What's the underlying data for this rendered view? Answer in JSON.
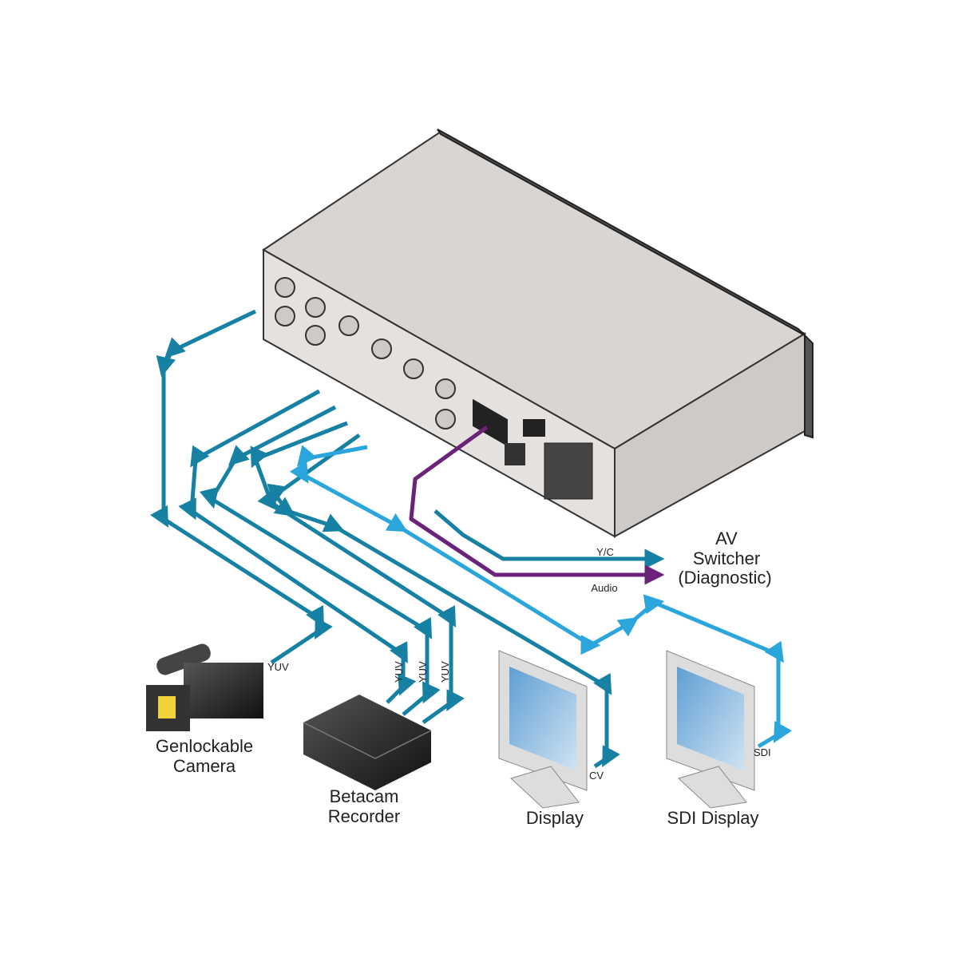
{
  "colors": {
    "cable_yuv": "#1681a3",
    "cable_sdi": "#2ba6dc",
    "cable_audio": "#6a2379",
    "device_body": "#d9d5d2",
    "device_edge": "#333333",
    "screen": "#9cc6e6"
  },
  "device": {
    "label_lines": [
      "AV",
      "Switcher",
      "(Diagnostic)"
    ]
  },
  "signals": {
    "yc": "Y/C",
    "audio": "Audio",
    "yuv": "YUV",
    "cv": "CV",
    "sdi": "SDI"
  },
  "devices": {
    "camera": [
      "Genlockable",
      "Camera"
    ],
    "recorder": [
      "Betacam",
      "Recorder"
    ],
    "display": "Display",
    "sdi_display": "SDI Display"
  }
}
